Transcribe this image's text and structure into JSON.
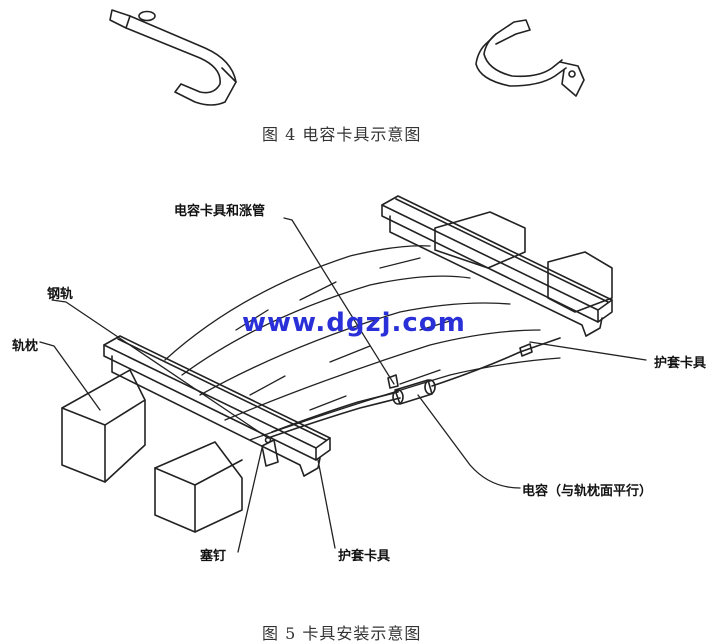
{
  "fig4": {
    "caption": "图 4 电容卡具示意图"
  },
  "fig5": {
    "caption": "图 5 卡具安装示意图",
    "labels": {
      "clamp_and_sleeve": "电容卡具和涨管",
      "rail": "钢轨",
      "sleeper": "轨枕",
      "guard_clamp_right": "护套卡具",
      "capacitor": "电容（与轨枕面平行）",
      "plug_nail": "塞钉",
      "guard_clamp_bottom": "护套卡具"
    }
  },
  "watermark": "www.dgzj.com"
}
